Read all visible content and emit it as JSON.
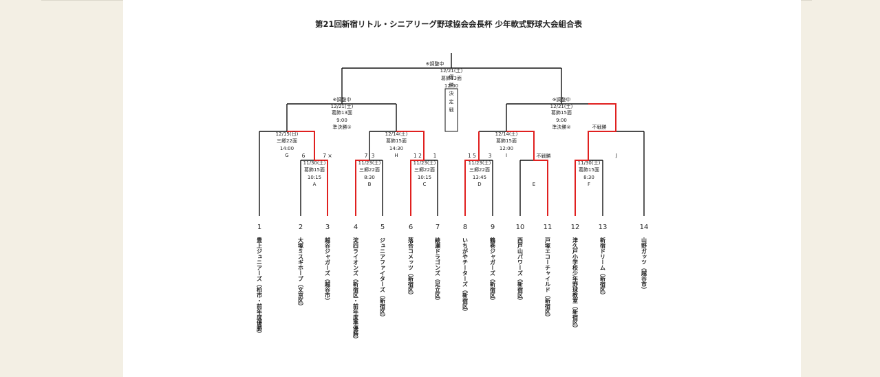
{
  "title": "第21回新宿リトル・シニアリーグ野球協会会長杯 少年軟式野球大会組合表",
  "final": {
    "note": "※調整中",
    "date": "12/21(土)",
    "venue": "葛飾13面",
    "time": "12:00",
    "champion_label": "優勝決定戦"
  },
  "semi_left": {
    "note": "※調整中",
    "date": "12/21(土)",
    "venue": "葛飾13面",
    "time": "9:00",
    "label": "準決勝①"
  },
  "semi_right": {
    "note": "※調整中",
    "date": "12/21(土)",
    "venue": "葛飾15面",
    "time": "9:00",
    "label": "準決勝②"
  },
  "matches": {
    "G": {
      "date": "12/15(日)",
      "venue": "三郷22面",
      "time": "14:00",
      "code": "G"
    },
    "H": {
      "date": "12/14(土)",
      "venue": "葛飾15面",
      "time": "14:30",
      "code": "H"
    },
    "I": {
      "date": "12/14(土)",
      "venue": "葛飾15面",
      "time": "12:00",
      "code": "I"
    },
    "J": {
      "code": "J",
      "note": "不戦勝"
    },
    "A": {
      "date": "11/30(土)",
      "venue": "葛飾15面",
      "time": "10:15",
      "code": "A"
    },
    "B": {
      "date": "11/23(土)",
      "venue": "三郷22面",
      "time": "8:30",
      "code": "B"
    },
    "C": {
      "date": "11/23(土)",
      "venue": "三郷22面",
      "time": "10:15",
      "code": "C"
    },
    "D": {
      "date": "11/23(土)",
      "venue": "三郷22面",
      "time": "13:45",
      "code": "D"
    },
    "E": {
      "code": "E",
      "note": "不戦勝"
    },
    "F": {
      "date": "11/30(土)",
      "venue": "葛飾15面",
      "time": "8:30",
      "code": "F"
    }
  },
  "scores": {
    "A": [
      "6",
      "7 ×"
    ],
    "B": [
      "7",
      "3"
    ],
    "C": [
      "1 2",
      "1"
    ],
    "D": [
      "1 5",
      "3"
    ]
  },
  "teams": [
    {
      "num": "1",
      "name": "豊上ジュニアーズ（柏市・前年度優勝）"
    },
    {
      "num": "2",
      "name": "大塚ミスギホープ（文京区）"
    },
    {
      "num": "3",
      "name": "越谷ジャガーズ（越谷市）"
    },
    {
      "num": "4",
      "name": "淀四ライオンズ（新宿区・前年度準優勝）"
    },
    {
      "num": "5",
      "name": "ジュニアファイターズ（新宿区）"
    },
    {
      "num": "6",
      "name": "落合コメッツ（新宿区）"
    },
    {
      "num": "7",
      "name": "綾瀬ドラゴンズ（足立区）"
    },
    {
      "num": "8",
      "name": "いちがやチーターズ（新宿区）"
    },
    {
      "num": "9",
      "name": "鶴巻ジャガーズ（新宿区）"
    },
    {
      "num": "10",
      "name": "西戸山パワーズ（新宿区）"
    },
    {
      "num": "11",
      "name": "戸塚エコーチャイルド（新宿区）"
    },
    {
      "num": "12",
      "name": "津久戸小学校少年野球教室（新宿区）"
    },
    {
      "num": "13",
      "name": "新宿ドリーム（新宿区）"
    },
    {
      "num": "14",
      "name": "山野ガッツ（越谷市）"
    }
  ],
  "colors": {
    "winner_line": "#e0201f",
    "line": "#111111",
    "background": "#f3efe4",
    "paper": "#ffffff"
  }
}
